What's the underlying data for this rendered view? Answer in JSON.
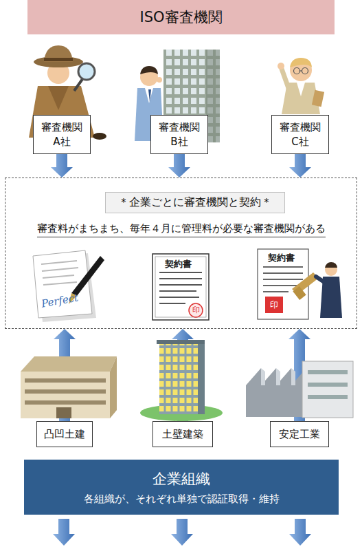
{
  "diagram": {
    "nodes": [
      {
        "text": [
          "ISO審査機関"
        ]
      },
      {
        "text": [
          "審査機関 A社"
        ]
      },
      {
        "text": [
          "審査機関 B社"
        ]
      },
      {
        "text": [
          "審査機関 C社"
        ]
      },
      {
        "text": [
          "審査料がまちまち、毎年４月に管理料が必要な審査機関がある"
        ]
      },
      {
        "text": [
          "＊企業ごとに審査機関と契約＊"
        ],
        "in": 4
      },
      {
        "text": [
          "凸凹土建"
        ]
      },
      {
        "text": [
          "土壁建築"
        ]
      },
      {
        "text": [
          "安定工業"
        ]
      },
      {
        "text": [
          "企業組織",
          "各組織が、それぞれ単独で認証取得・維持"
        ]
      }
    ],
    "edges": [
      {
        "from": 1,
        "to": 4,
        "arrow": "to"
      },
      {
        "from": 2,
        "to": 4,
        "arrow": "to"
      },
      {
        "from": 3,
        "to": 4,
        "arrow": "to"
      },
      {
        "from": 6,
        "to": 4,
        "arrow": "to"
      },
      {
        "from": 7,
        "to": 4,
        "arrow": "to"
      },
      {
        "from": 8,
        "to": 4,
        "arrow": "to"
      }
    ],
    "labels": [
      "Perfect",
      "契約書",
      "印",
      "契約書",
      "印"
    ]
  }
}
